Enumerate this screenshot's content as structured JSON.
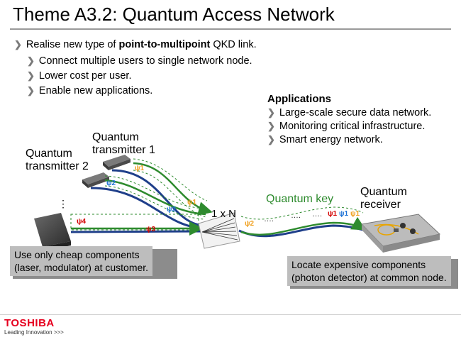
{
  "title": "Theme A3.2: Quantum Access Network",
  "bullets": {
    "main_prefix": "Realise new type of ",
    "main_bold": "point-to-multipoint",
    "main_suffix": " QKD link.",
    "sub": [
      "Connect multiple users to single network node.",
      "Lower cost per user.",
      "Enable new applications."
    ]
  },
  "applications": {
    "title": "Applications",
    "items": [
      "Large-scale secure data network.",
      "Monitoring critical infrastructure.",
      "Smart energy network."
    ]
  },
  "diagram": {
    "tx1_line1": "Quantum",
    "tx1_line2": "transmitter 1",
    "tx2_line1": "Quantum",
    "tx2_line2": "transmitter 2",
    "rx_line1": "Quantum",
    "rx_line2": "receiver",
    "splitter": "1 x N",
    "quantum_key": "Quantum key",
    "dots": "⋮",
    "psi1": "ψ1",
    "psi2": "ψ2",
    "psi3": "ψ3",
    "psi4": "ψ4",
    "ellipsis": "….",
    "photon_colors": {
      "red": "#d40000",
      "blue": "#1e73d6",
      "orange": "#f0a020"
    }
  },
  "callouts": {
    "left_line1": "Use only cheap components",
    "left_line2": "(laser, modulator) at customer.",
    "right_line1": "Locate expensive components",
    "right_line2": "(photon detector) at common node."
  },
  "footer": {
    "logo": "TOSHIBA",
    "tagline": "Leading Innovation >>>"
  }
}
